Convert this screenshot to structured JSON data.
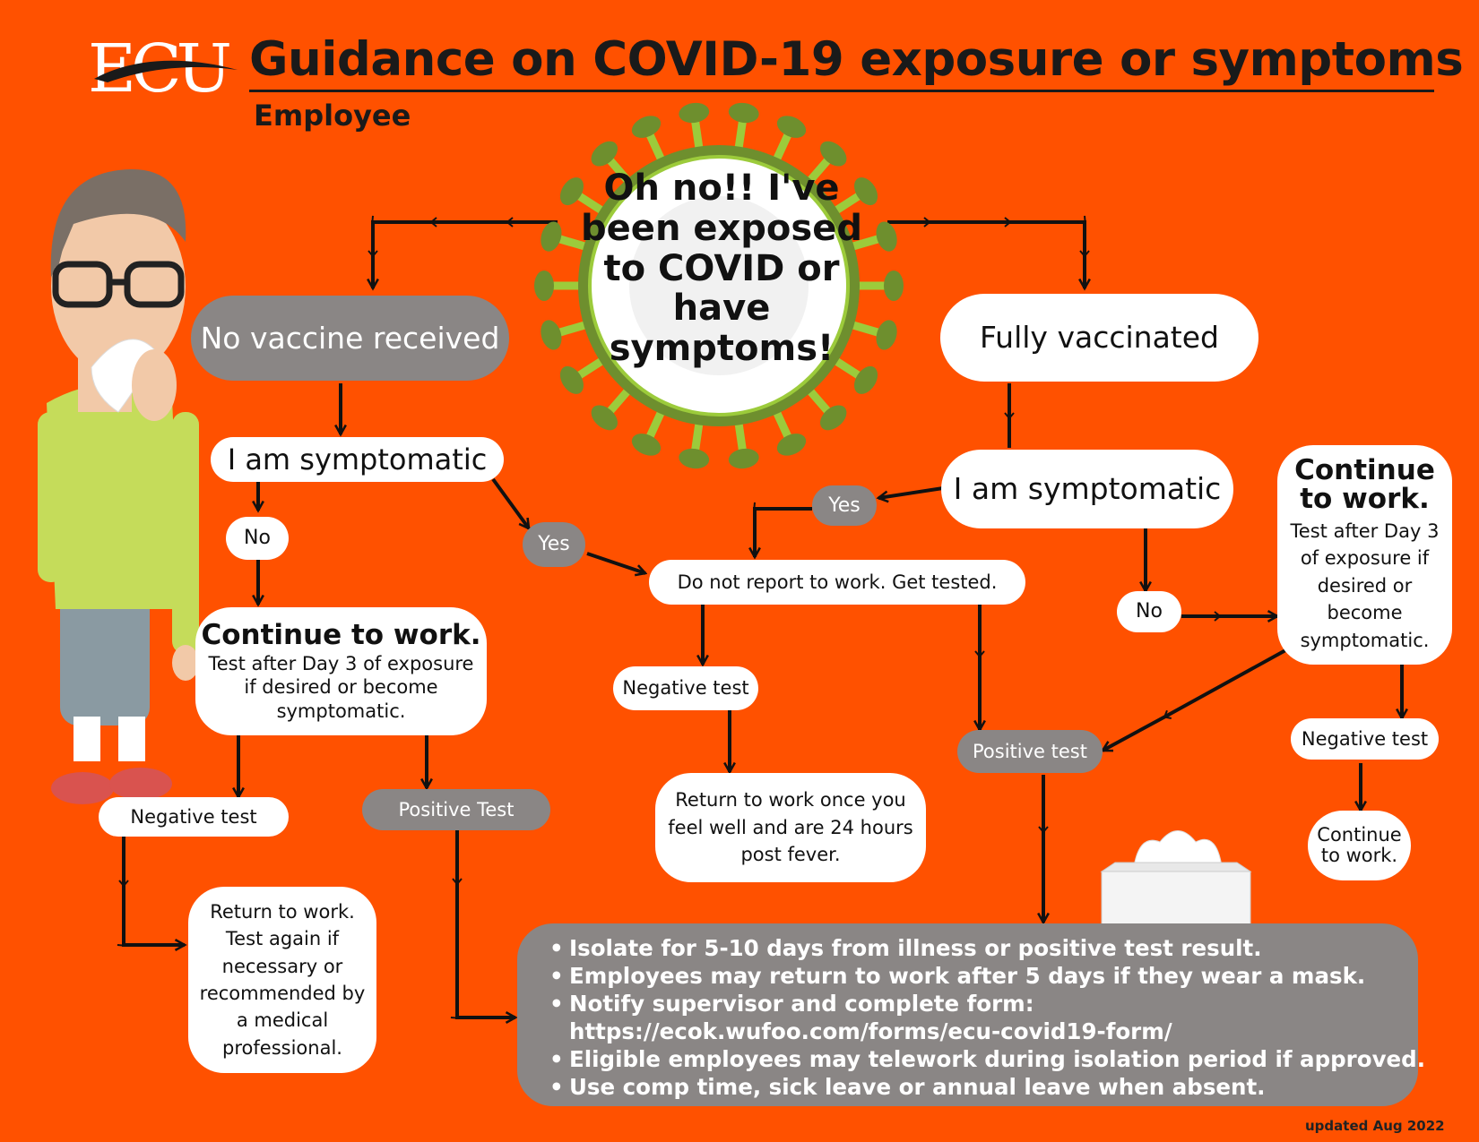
{
  "header": {
    "logo_text": "ECU",
    "title": "Guidance on COVID-19 exposure or symptoms",
    "subtitle": "Employee"
  },
  "center": {
    "text": "Oh no!! I've been exposed to COVID or have symptoms!"
  },
  "left_branch": {
    "status": "No vaccine received",
    "symptomatic": "I am symptomatic",
    "no": "No",
    "yes": "Yes",
    "continue_title": "Continue to work.",
    "continue_body": "Test after Day 3 of exposure if desired or become symptomatic.",
    "negative": "Negative test",
    "positive": "Positive Test",
    "return_text": "Return to work. Test again if necessary or recommended by a medical professional."
  },
  "middle": {
    "do_not_report": "Do not report to work. Get tested.",
    "negative": "Negative test",
    "return_text": "Return to work once you feel well and are 24 hours post fever.",
    "positive": "Positive test"
  },
  "right_branch": {
    "status": "Fully vaccinated",
    "symptomatic": "I am symptomatic",
    "yes": "Yes",
    "no": "No",
    "continue_title": "Continue to work.",
    "continue_body": "Test after Day 3 of exposure if desired or become symptomatic.",
    "negative": "Negative test",
    "final": "Continue to work."
  },
  "summary": {
    "items": [
      "Isolate for 5-10 days from illness or positive test result.",
      "Employees may return to work after 5 days if they wear a mask.",
      "Notify supervisor and complete form:",
      "https://ecok.wufoo.com/forms/ecu-covid19-form/",
      "Eligible employees may telework during isolation period if approved.",
      "Use comp time, sick leave or annual leave when absent."
    ]
  },
  "footer": {
    "updated": "updated Aug 2022"
  },
  "colors": {
    "background": "#FF5100",
    "grey_box": "#8A8685",
    "virus_green": "#6E8F2E",
    "virus_spike": "#9CCB3B"
  },
  "icons": [
    "virus-icon",
    "person-sneezing-illustration",
    "tissue-box-icon"
  ]
}
